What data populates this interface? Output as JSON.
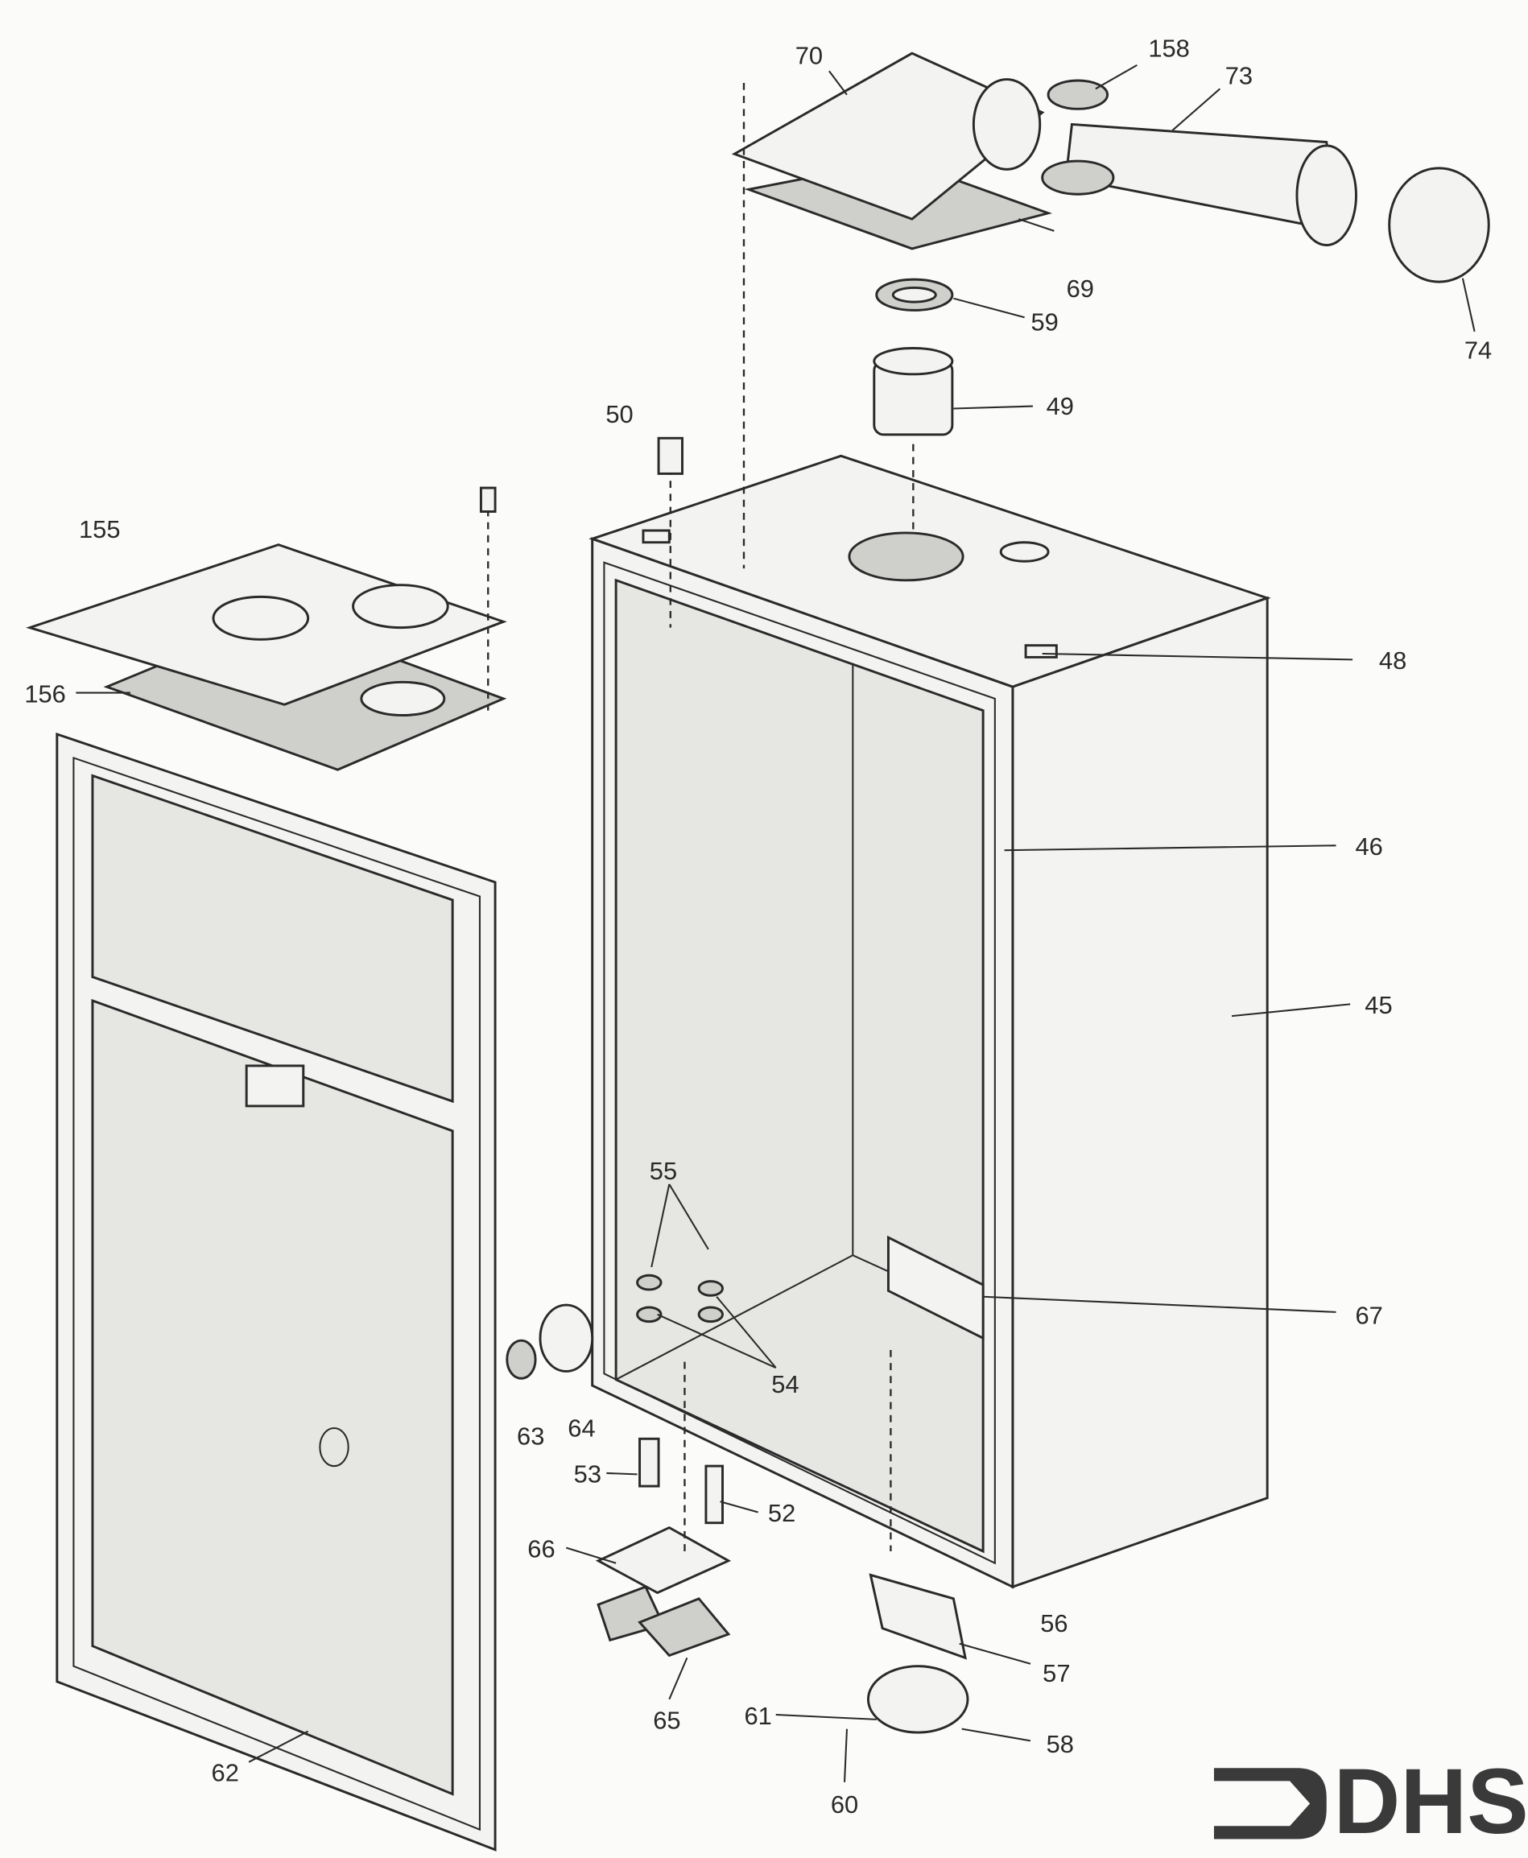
{
  "diagram": {
    "part_labels": [
      "70",
      "158",
      "73",
      "69",
      "59",
      "74",
      "49",
      "50",
      "155",
      "48",
      "156",
      "46",
      "45",
      "55",
      "67",
      "54",
      "63",
      "64",
      "53",
      "52",
      "66",
      "56",
      "57",
      "61",
      "58",
      "65",
      "62",
      "60"
    ]
  },
  "logo": {
    "text": "DHS"
  }
}
